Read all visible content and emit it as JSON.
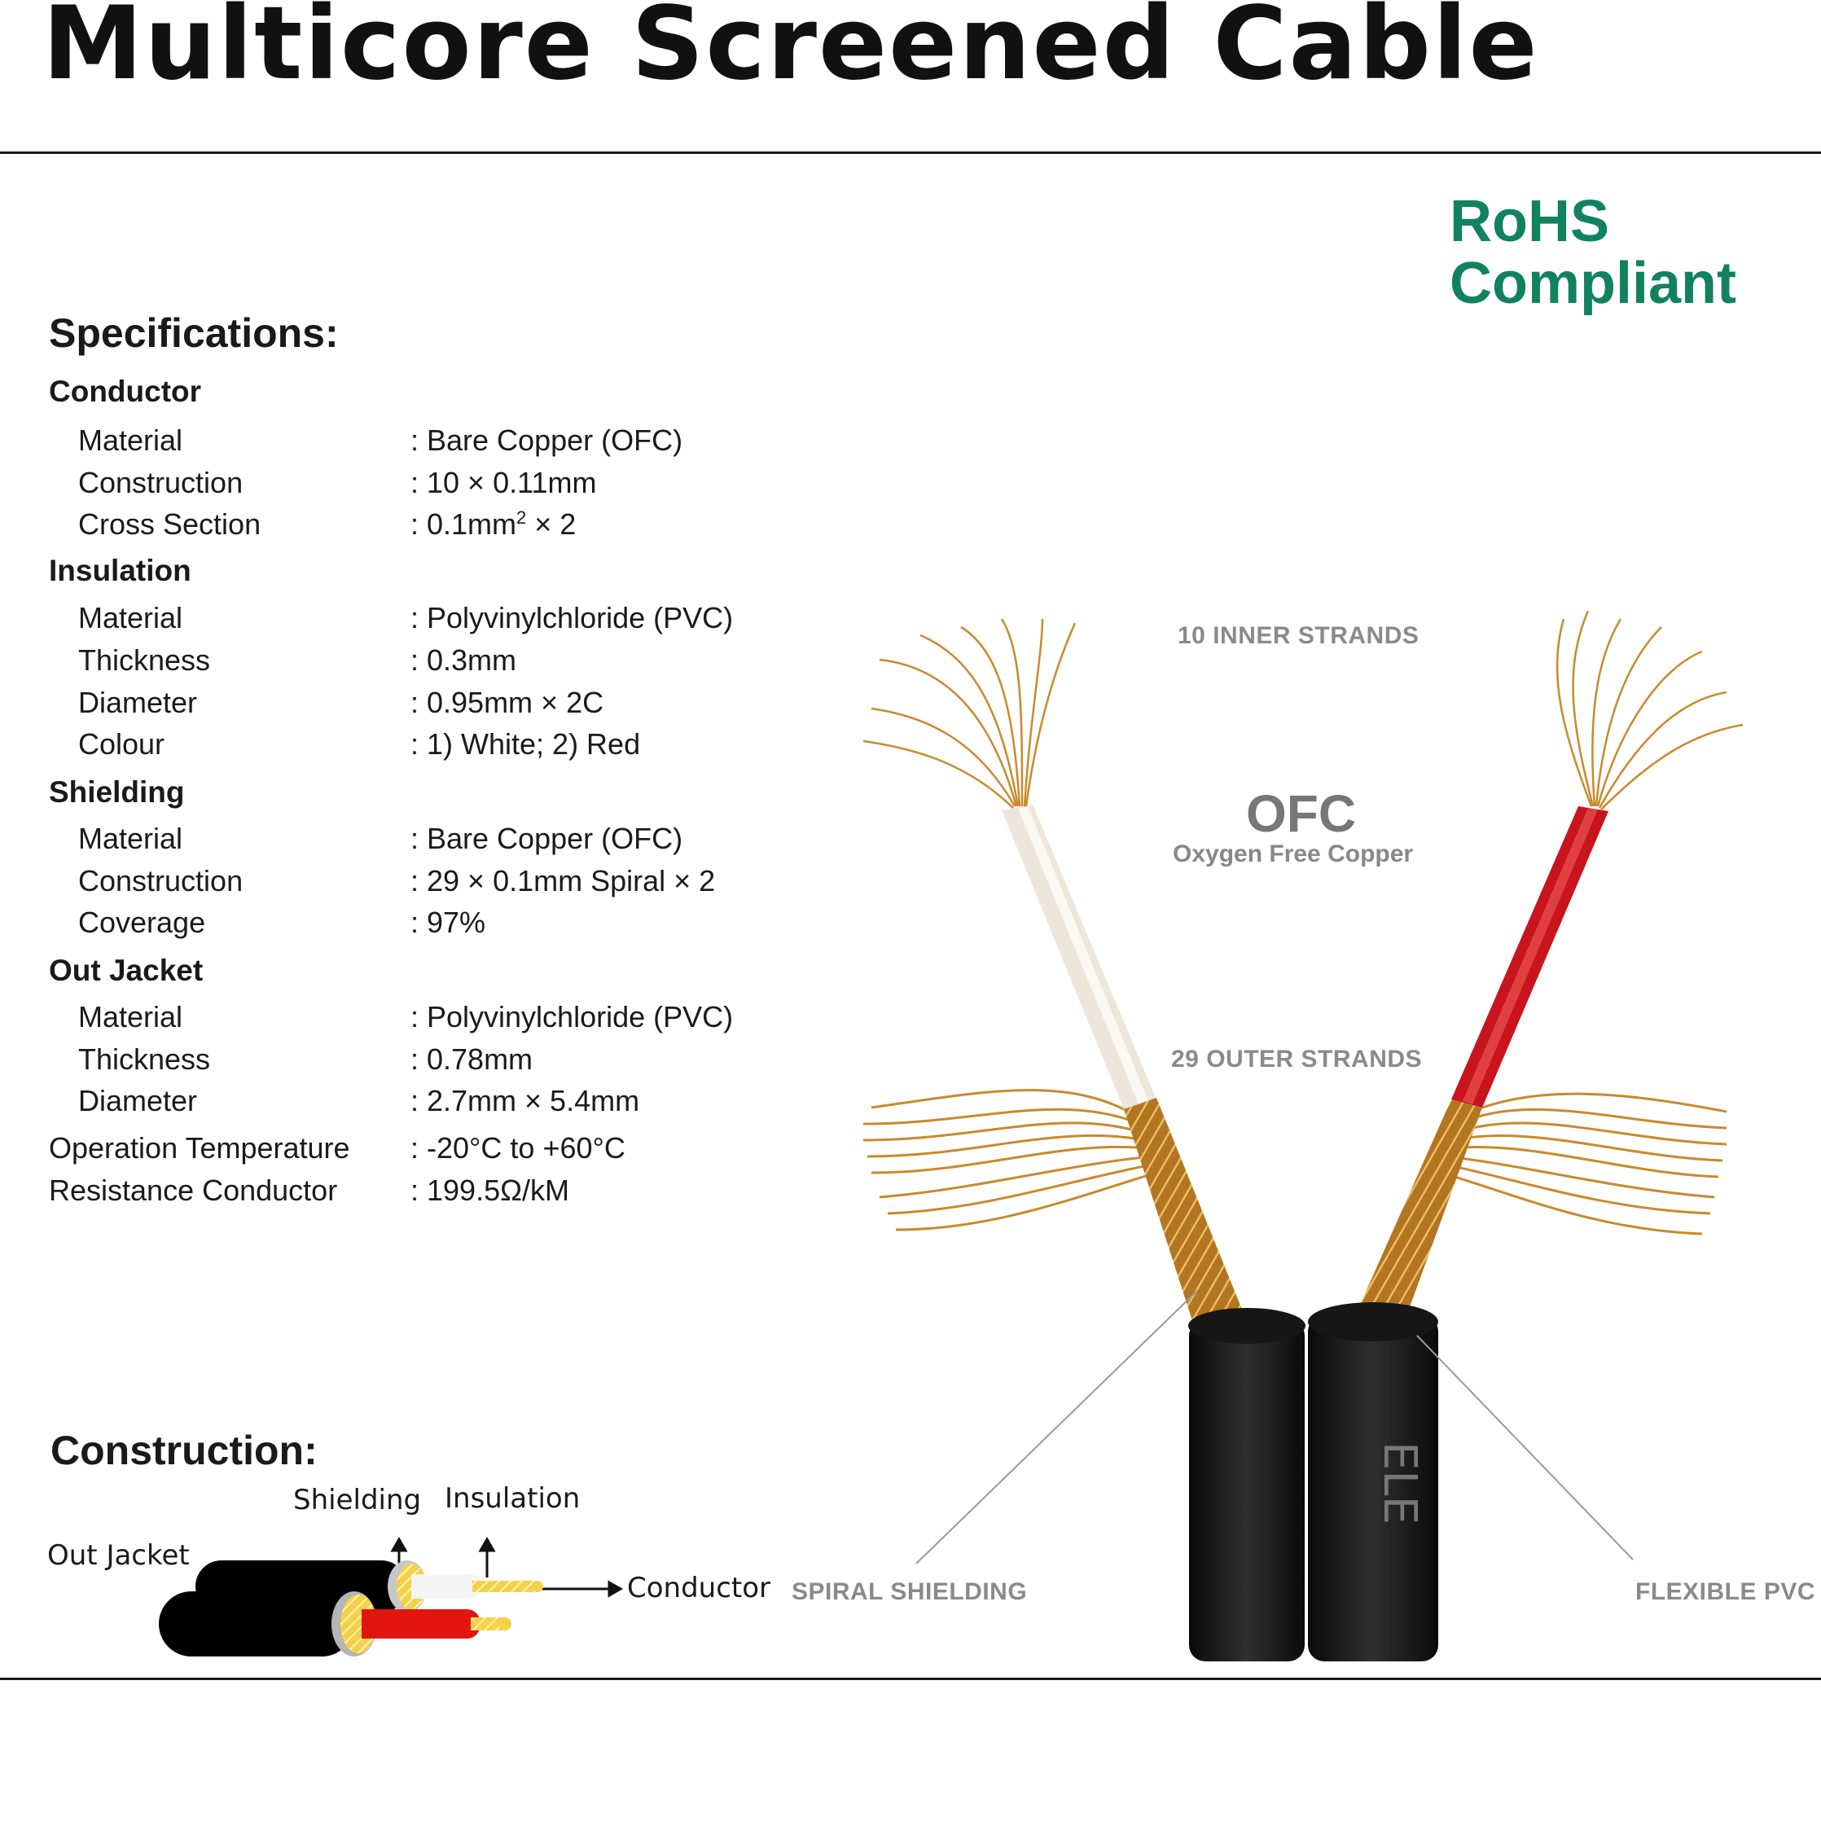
{
  "title": "Multicore Screened Cable",
  "rohs": {
    "line1": "RoHS",
    "line2": "Compliant",
    "color": "#11825f"
  },
  "specifications": {
    "heading": "Specifications:",
    "conductor": {
      "title": "Conductor",
      "rows": [
        {
          "label": "Material",
          "value": ": Bare Copper (OFC)"
        },
        {
          "label": "Construction",
          "value": ": 10 × 0.11mm"
        },
        {
          "label": "Cross Section",
          "value_pre": ": 0.1mm",
          "value_sup": "2",
          "value_post": " × 2"
        }
      ]
    },
    "insulation": {
      "title": "Insulation",
      "rows": [
        {
          "label": "Material",
          "value": ": Polyvinylchloride (PVC)"
        },
        {
          "label": "Thickness",
          "value": ": 0.3mm"
        },
        {
          "label": "Diameter",
          "value": ": 0.95mm × 2C"
        },
        {
          "label": "Colour",
          "value": ": 1) White; 2) Red"
        }
      ]
    },
    "shielding": {
      "title": "Shielding",
      "rows": [
        {
          "label": "Material",
          "value": ": Bare Copper (OFC)"
        },
        {
          "label": "Construction",
          "value": ": 29 × 0.1mm Spiral × 2"
        },
        {
          "label": "Coverage",
          "value": ": 97%"
        }
      ]
    },
    "out_jacket": {
      "title": "Out Jacket",
      "rows": [
        {
          "label": "Material",
          "value": ": Polyvinylchloride (PVC)"
        },
        {
          "label": "Thickness",
          "value": ": 0.78mm"
        },
        {
          "label": "Diameter",
          "value": ": 2.7mm × 5.4mm"
        }
      ]
    },
    "operation_temperature": {
      "label": "Operation Temperature",
      "value": ": -20°C to +60°C"
    },
    "resistance_conductor": {
      "label": "Resistance Conductor",
      "value": ": 199.5Ω/kM"
    }
  },
  "construction": {
    "heading": "Construction:",
    "labels": {
      "out_jacket": "Out Jacket",
      "shielding": "Shielding",
      "insulation": "Insulation",
      "conductor": "Conductor"
    }
  },
  "photo": {
    "inner_strands": "10 INNER STRANDS",
    "ofc": "OFC",
    "ofc_full": "Oxygen Free Copper",
    "outer_strands": "29 OUTER STRANDS",
    "spiral_shielding": "SPIRAL SHIELDING",
    "flexible_pvc": "FLEXIBLE PVC",
    "jacket_print": "ELE"
  },
  "colors": {
    "copper": "#c98a2c",
    "white_insulation": "#ece7da",
    "red_insulation": "#c8141c",
    "jacket": "#1e1e1e"
  }
}
